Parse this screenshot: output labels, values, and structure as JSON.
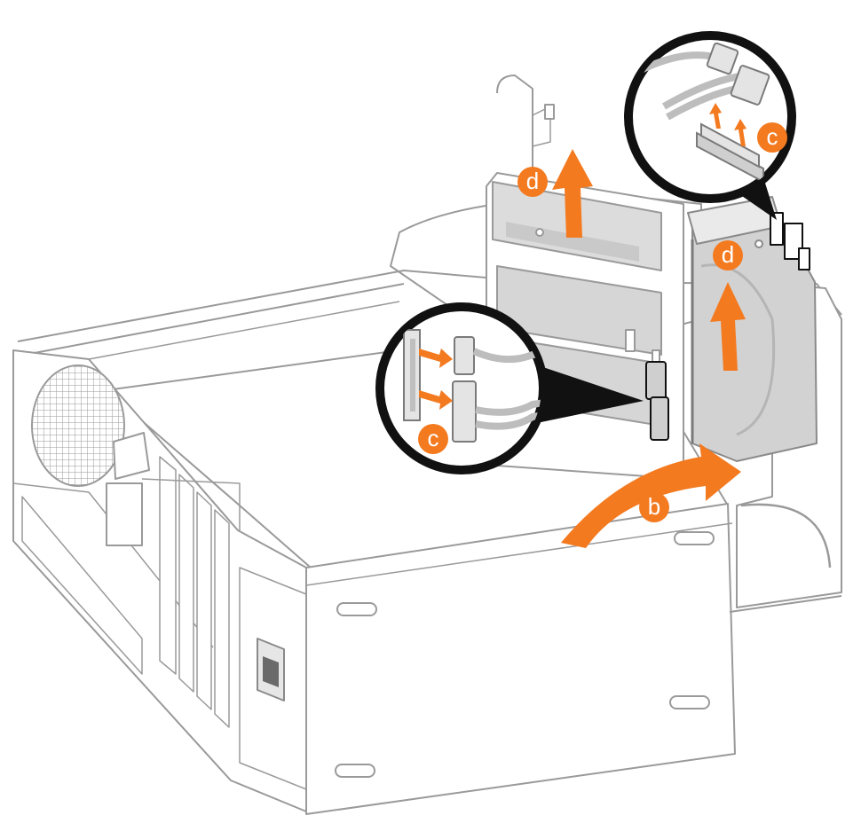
{
  "diagram": {
    "colors": {
      "accent": "#f47a20",
      "line": "#9a9a9a",
      "dark": "#111111",
      "fill_light": "#f4f4f4",
      "fill_mid": "#dedede",
      "fill_dark": "#c9c9c9"
    },
    "callouts": [
      {
        "id": "b",
        "letter": "b"
      },
      {
        "id": "c_left",
        "letter": "c"
      },
      {
        "id": "c_top",
        "letter": "c"
      },
      {
        "id": "d_bay",
        "letter": "d"
      },
      {
        "id": "d_drive",
        "letter": "d"
      }
    ]
  }
}
